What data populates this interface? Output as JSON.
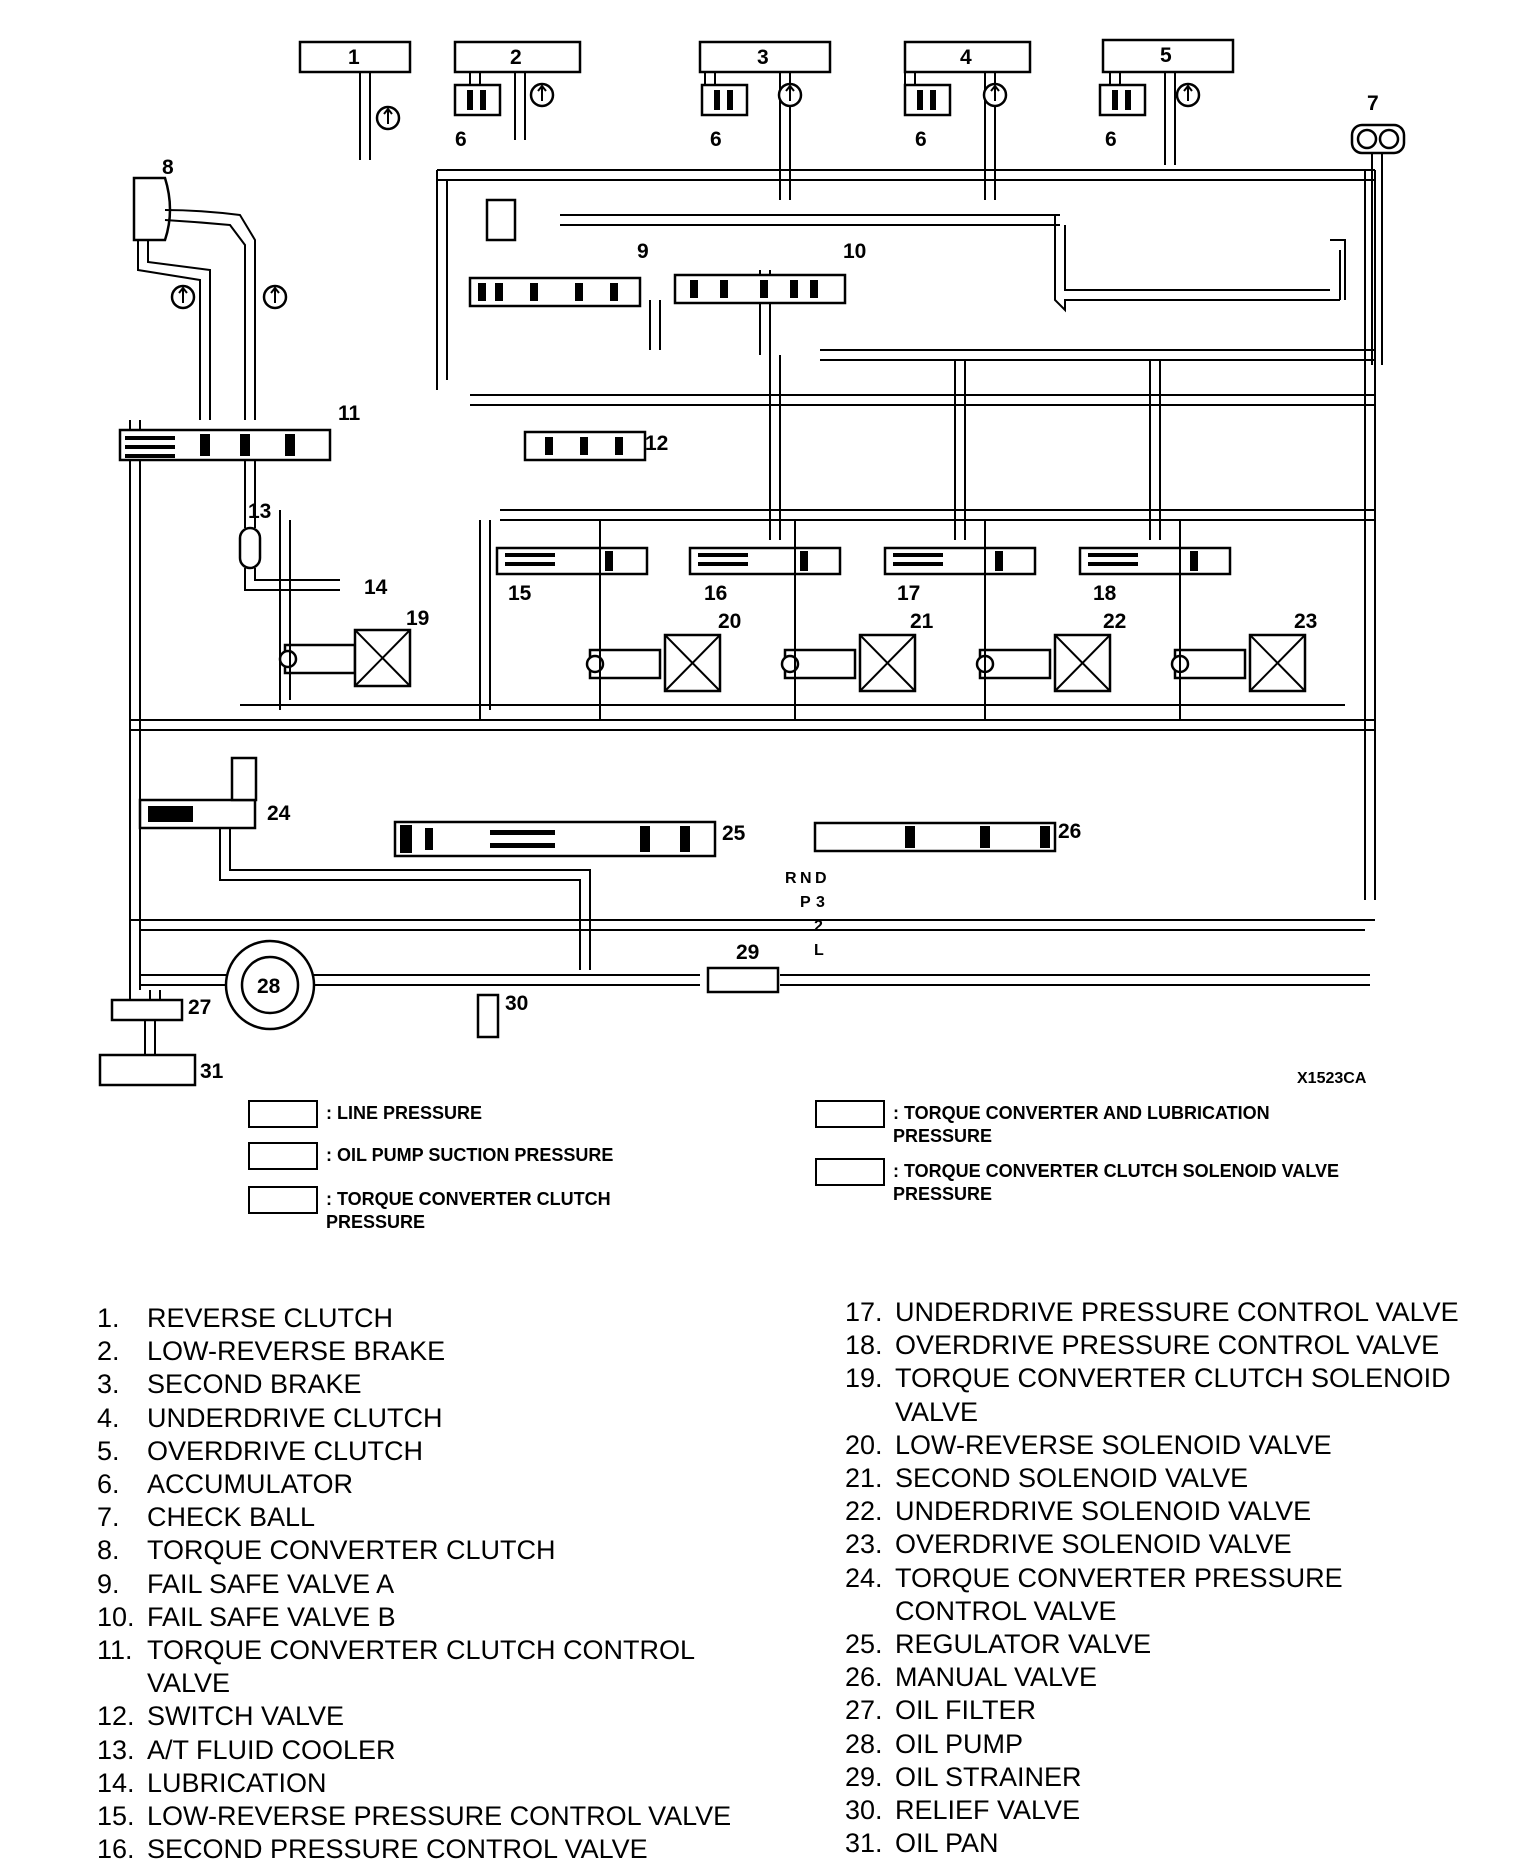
{
  "diagram": {
    "component_numbers": [
      "1",
      "2",
      "3",
      "4",
      "5",
      "6",
      "7",
      "8",
      "9",
      "10",
      "11",
      "12",
      "13",
      "14",
      "15",
      "16",
      "17",
      "18",
      "19",
      "20",
      "21",
      "22",
      "23",
      "24",
      "25",
      "26",
      "27",
      "28",
      "29",
      "30",
      "31"
    ],
    "shift_positions": [
      "R",
      "N",
      "D",
      "P",
      "3",
      "2",
      "L"
    ],
    "figure_id": "X1523CA"
  },
  "legend": [
    {
      "text": ": LINE PRESSURE"
    },
    {
      "text": ": OIL PUMP SUCTION PRESSURE"
    },
    {
      "text": ": TORQUE CONVERTER CLUTCH PRESSURE"
    },
    {
      "text": ": TORQUE CONVERTER AND LUBRICATION PRESSURE"
    },
    {
      "text": ": TORQUE CONVERTER CLUTCH SOLENOID VALVE PRESSURE"
    }
  ],
  "key": {
    "left": [
      {
        "num": "1.",
        "label": "REVERSE CLUTCH"
      },
      {
        "num": "2.",
        "label": "LOW-REVERSE BRAKE"
      },
      {
        "num": "3.",
        "label": "SECOND BRAKE"
      },
      {
        "num": "4.",
        "label": "UNDERDRIVE CLUTCH"
      },
      {
        "num": "5.",
        "label": "OVERDRIVE CLUTCH"
      },
      {
        "num": "6.",
        "label": "ACCUMULATOR"
      },
      {
        "num": "7.",
        "label": "CHECK BALL"
      },
      {
        "num": "8.",
        "label": "TORQUE CONVERTER CLUTCH"
      },
      {
        "num": "9.",
        "label": "FAIL SAFE VALVE A"
      },
      {
        "num": "10.",
        "label": "FAIL SAFE VALVE B"
      },
      {
        "num": "11.",
        "label": "TORQUE CONVERTER CLUTCH CONTROL"
      },
      {
        "num": "",
        "label": "VALVE"
      },
      {
        "num": "12.",
        "label": "SWITCH VALVE"
      },
      {
        "num": "13.",
        "label": "A/T FLUID COOLER"
      },
      {
        "num": "14.",
        "label": "LUBRICATION"
      },
      {
        "num": "15.",
        "label": "LOW-REVERSE PRESSURE CONTROL VALVE"
      },
      {
        "num": "16.",
        "label": "SECOND PRESSURE CONTROL VALVE"
      }
    ],
    "right": [
      {
        "num": "17.",
        "label": "UNDERDRIVE PRESSURE CONTROL VALVE"
      },
      {
        "num": "18.",
        "label": "OVERDRIVE PRESSURE CONTROL VALVE"
      },
      {
        "num": "19.",
        "label": "TORQUE CONVERTER CLUTCH SOLENOID"
      },
      {
        "num": "",
        "label": "VALVE"
      },
      {
        "num": "20.",
        "label": "LOW-REVERSE SOLENOID VALVE"
      },
      {
        "num": "21.",
        "label": "SECOND SOLENOID VALVE"
      },
      {
        "num": "22.",
        "label": "UNDERDRIVE SOLENOID VALVE"
      },
      {
        "num": "23.",
        "label": "OVERDRIVE SOLENOID VALVE"
      },
      {
        "num": "24.",
        "label": "TORQUE CONVERTER PRESSURE"
      },
      {
        "num": "",
        "label": "CONTROL VALVE"
      },
      {
        "num": "25.",
        "label": "REGULATOR VALVE"
      },
      {
        "num": "26.",
        "label": "MANUAL VALVE"
      },
      {
        "num": "27.",
        "label": "OIL FILTER"
      },
      {
        "num": "28.",
        "label": "OIL PUMP"
      },
      {
        "num": "29.",
        "label": "OIL STRAINER"
      },
      {
        "num": "30.",
        "label": "RELIEF VALVE"
      },
      {
        "num": "31.",
        "label": "OIL PAN"
      }
    ]
  }
}
